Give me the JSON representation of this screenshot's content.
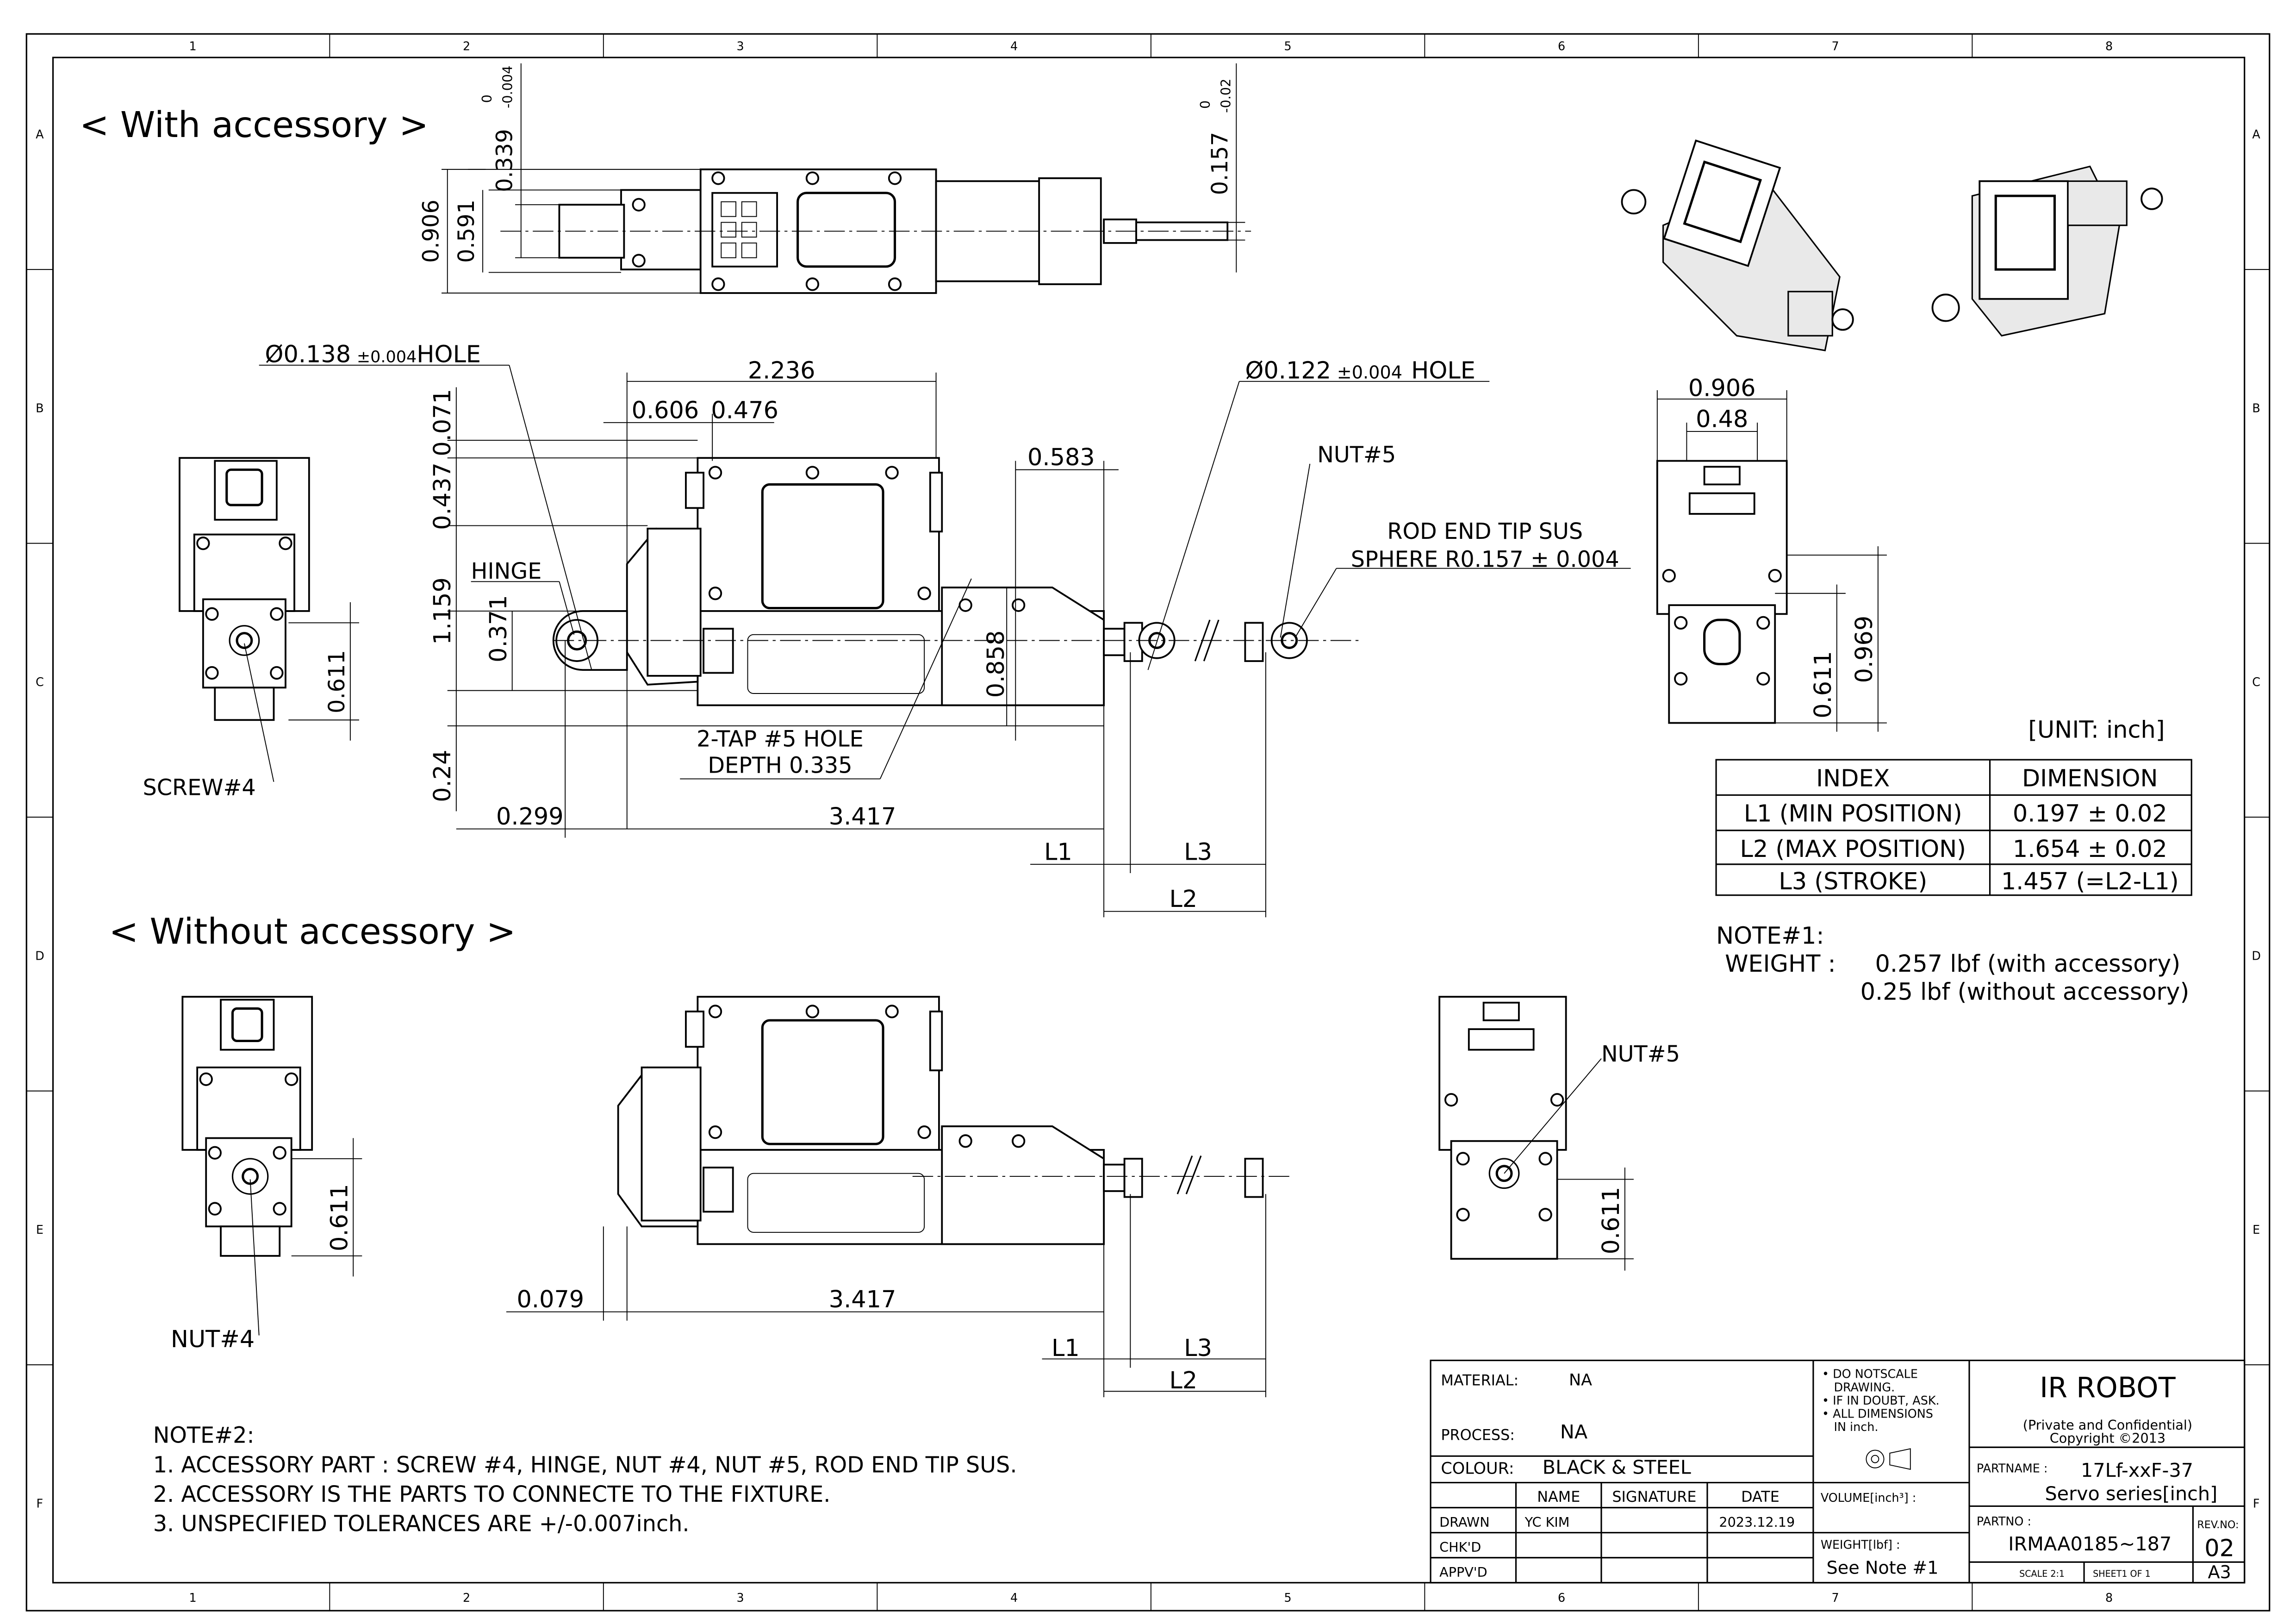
{
  "zones": {
    "columns": [
      "1",
      "2",
      "3",
      "4",
      "5",
      "6",
      "7",
      "8"
    ],
    "rows": [
      "A",
      "B",
      "C",
      "D",
      "E",
      "F"
    ]
  },
  "views": {
    "with_title": "< With accessory >",
    "without_title": "< Without accessory >"
  },
  "dims": {
    "top_0339": "0.339",
    "top_0339_tol_upper": "0",
    "top_0339_tol_lower": "-0.004",
    "top_0906": "0.906",
    "top_0591": "0.591",
    "top_0157": "0.157",
    "top_0157_tol_upper": "0",
    "top_0157_tol_lower": "-0.02",
    "hole_left": "Ø0.138",
    "hole_left_tol": "±0.004",
    "hole_left_suffix": "HOLE",
    "hole_right": "Ø0.122",
    "hole_right_tol": "±0.004",
    "hole_right_suffix": "HOLE",
    "d2236": "2.236",
    "d0606": "0.606",
    "d0476": "0.476",
    "d0583": "0.583",
    "d0071": "0.071",
    "d0437": "0.437",
    "d1159": "1.159",
    "d0371": "0.371",
    "d0858": "0.858",
    "d024": "0.24",
    "d0299": "0.299",
    "d3417": "3.417",
    "d0079": "0.079",
    "d3417b": "3.417",
    "d0611_a": "0.611",
    "d0611_b": "0.611",
    "d0611_c": "0.611",
    "d0611_d": "0.611",
    "d0906_side": "0.906",
    "d048": "0.48",
    "d0969": "0.969",
    "L1": "L1",
    "L2": "L2",
    "L3": "L3"
  },
  "callouts": {
    "hinge": "HINGE",
    "nut5_top": "NUT#5",
    "nut5_bottom": "NUT#5",
    "screw4": "SCREW#4",
    "nut4": "NUT#4",
    "rod_end_1": "ROD END TIP SUS",
    "rod_end_2": "SPHERE R0.157 ± 0.004",
    "tap_1": "2-TAP #5 HOLE",
    "tap_2": "DEPTH 0.335"
  },
  "unit_label": "[UNIT: inch]",
  "dimension_table": {
    "headers": [
      "INDEX",
      "DIMENSION"
    ],
    "rows": [
      [
        "L1 (MIN POSITION)",
        "0.197 ± 0.02"
      ],
      [
        "L2 (MAX POSITION)",
        "1.654 ± 0.02"
      ],
      [
        "L3 (STROKE)",
        "1.457 (=L2-L1)"
      ]
    ]
  },
  "note1": {
    "title": "NOTE#1:",
    "label": "WEIGHT :",
    "line1": "0.257 lbf  (with accessory)",
    "line2": "0.25 lbf  (without accessory)"
  },
  "note2": {
    "title": "NOTE#2:",
    "lines": [
      "1. ACCESSORY PART :  SCREW #4, HINGE, NUT #4, NUT #5, ROD END TIP SUS.",
      "2. ACCESSORY IS THE PARTS TO CONNECTE TO THE FIXTURE.",
      "3. UNSPECIFIED TOLERANCES ARE +/-0.007inch."
    ]
  },
  "title_block": {
    "material_label": "MATERIAL:",
    "material_value": "NA",
    "process_label": "PROCESS:",
    "process_value": "NA",
    "colour_label": "COLOUR:",
    "colour_value": "BLACK & STEEL",
    "notes": [
      "• DO NOTSCALE",
      "DRAWING.",
      "• IF IN DOUBT, ASK.",
      "• ALL DIMENSIONS",
      "IN inch."
    ],
    "company": "IR ROBOT",
    "confidential": "(Private and Confidential)",
    "copyright": "Copyright ©2013",
    "col_name": "NAME",
    "col_signature": "SIGNATURE",
    "col_date": "DATE",
    "row_drawn": "DRAWN",
    "row_chkd": "CHK'D",
    "row_apprd": "APPV'D",
    "drawn_name": "YC KIM",
    "drawn_date": "2023.12.19",
    "volume_label": "VOLUME[inch³] :",
    "weight_label": "WEIGHT[lbf] :",
    "weight_value": "See Note #1",
    "partname_label": "PARTNAME :",
    "partname_1": "17Lf-xxF-37",
    "partname_2": "Servo series[inch]",
    "partno_label": "PARTNO :",
    "partno_value": "IRMAA0185~187",
    "rev_label": "REV.NO:",
    "rev_value": "02",
    "scale": "SCALE  2:1",
    "sheet": "SHEET1 OF 1",
    "size": "A3"
  }
}
